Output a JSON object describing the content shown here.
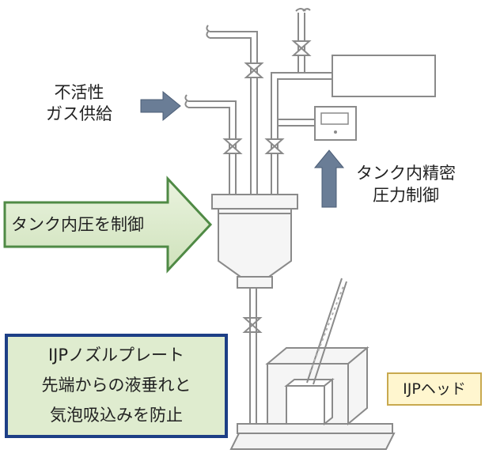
{
  "labels": {
    "inert_gas": [
      "不活性",
      "ガス供給"
    ],
    "tank_pressure_control": [
      "タンク内精密",
      "圧力制御"
    ],
    "tank_internal_pressure": "タンク内圧を制御",
    "nozzle_plate": [
      "IJPノズルプレート",
      "先端からの液垂れと",
      "気泡吸込みを防止"
    ],
    "ijp_head": "IJPヘッド"
  },
  "colors": {
    "pipe_stroke": "#8a8a8a",
    "pipe_fill": "#f2f2f2",
    "arrow_blue": "#6a7d96",
    "green_fill": "#dfeccf",
    "green_border": "#4f8a45",
    "navy_border": "#1d3f86",
    "yellow_fill": "#fff6cf",
    "yellow_border": "#c8a94f"
  }
}
